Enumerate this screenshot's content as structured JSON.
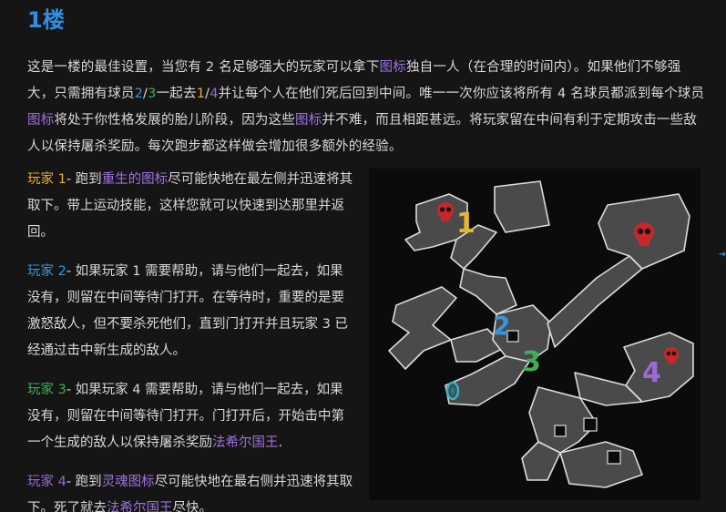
{
  "title": "1楼",
  "intro": {
    "t1": "这是一楼的最佳设置，当您有 2 名足够强大的玩家可以拿下",
    "link_icon1": "图标",
    "t2": "独自一人（在合理的时间内）。如果他们不够强大，只需拥有球员",
    "n2": "2",
    "slash1": "/",
    "n3": "3",
    "t3": "一起去",
    "n1": "1",
    "slash2": "/",
    "n4": "4",
    "t4": "并让每个人在他们死后回到中间。唯一一次你应该将所有 4 名球员都派到每个球员",
    "link_icon2": "图标",
    "t5": "将处于你性格发展的胎儿阶段，因为这些",
    "link_icon3": "图标",
    "t6": "并不难，而且相距甚远。将玩家留在中间有利于定期攻击一些敌人以保持屠杀奖励。每次跑步都这样做会增加很多额外的经验。"
  },
  "players": [
    {
      "label": "玩家 1",
      "a": "- 跑到",
      "link": "重生的图标",
      "b": "尽可能快地在最左侧并迅速将其取下。带上运动技能，这样您就可以快速到达那里并返回。"
    },
    {
      "label": "玩家 2",
      "a": "- 如果玩家 1 需要帮助，请与他们一起去，如果没有，则留在中间等待门打开。在等待时，重要的是要激怒敌人，但不要杀死他们，直到门打开并且玩家 3 已经通过击中新生成的敌人。",
      "link": "",
      "b": ""
    },
    {
      "label": "玩家 3",
      "a": "- 如果玩家 4 需要帮助，请与他们一起去，如果没有，则留在中间等待门打开。门打开后，开始击中第一个生成的敌人以保持屠杀奖励",
      "link": "法希尔国王",
      "b": "."
    },
    {
      "label": "玩家 4",
      "a": "- 跑到",
      "link": "灵魂图标",
      "b": "尽可能快地在最右侧并迅速将其取下。死了就去",
      "link2": "法希尔国王",
      "c": "尽快。"
    }
  ],
  "map": {
    "markers": [
      {
        "num": "1",
        "color": "#e8b52e"
      },
      {
        "num": "2",
        "color": "#3a95d6"
      },
      {
        "num": "3",
        "color": "#3fae55"
      },
      {
        "num": "4",
        "color": "#9a6bd4"
      }
    ],
    "icons": [
      "skull-icon",
      "skull-icon",
      "skull-icon",
      "portal-icon"
    ],
    "colors": {
      "floor": "#4a4a4a",
      "wall": "#dcdcdc",
      "skull": "#c8262a",
      "portal": "#2fb6c6"
    }
  }
}
